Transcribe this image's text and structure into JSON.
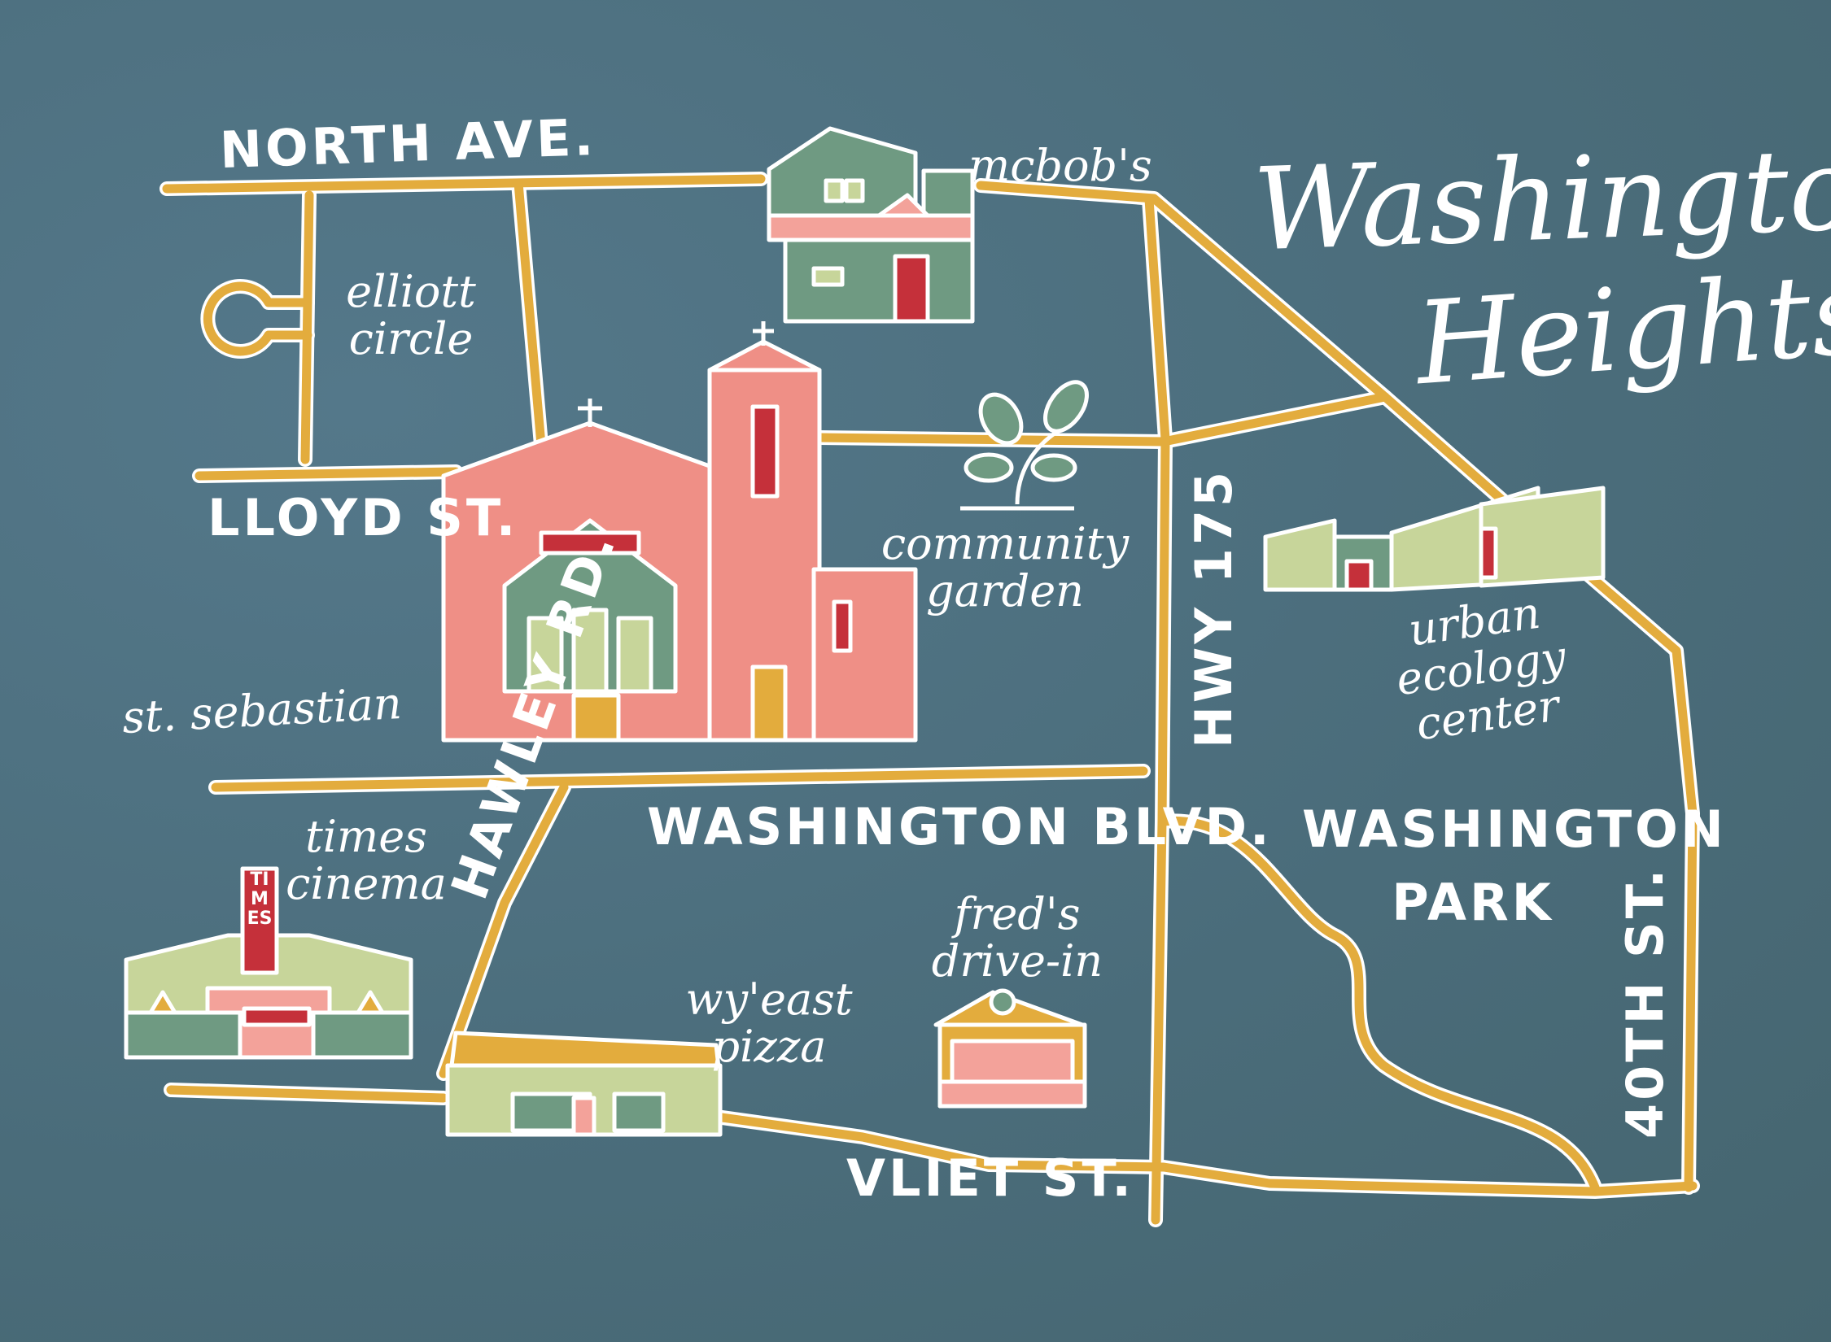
{
  "title": {
    "line1": "Washington",
    "line2": "Heights"
  },
  "streets": {
    "north_ave": "NORTH AVE.",
    "lloyd_st": "LLOYD ST.",
    "washington_blvd": "WASHINGTON BLVD.",
    "hawley_rd": "HAWLEY RD.",
    "hwy_175": "HWY 175",
    "vliet_st": "VLIET ST.",
    "fortieth_st": "40TH ST."
  },
  "places": {
    "elliott_circle": "elliott circle",
    "mcbobs": "mcbob's",
    "community_garden": "community garden",
    "st_sebastian": "st. sebastian",
    "urban_ecology_center": "urban ecology center",
    "washington_park": "WASHINGTON PARK",
    "times_cinema": "times cinema",
    "times_sign": "TIMES",
    "freds_drive_in": "fred's drive-in",
    "wy_east_pizza": "wy'east pizza"
  },
  "colors": {
    "background": "#4f7280",
    "road": "#e3ac3d",
    "outline": "#ffffff",
    "church_pink": "#ef8f86",
    "sage_green": "#6f9a82",
    "light_green": "#c7d59a",
    "pink": "#f3a29a",
    "red": "#c5303a",
    "yellow": "#e3ac3d"
  }
}
